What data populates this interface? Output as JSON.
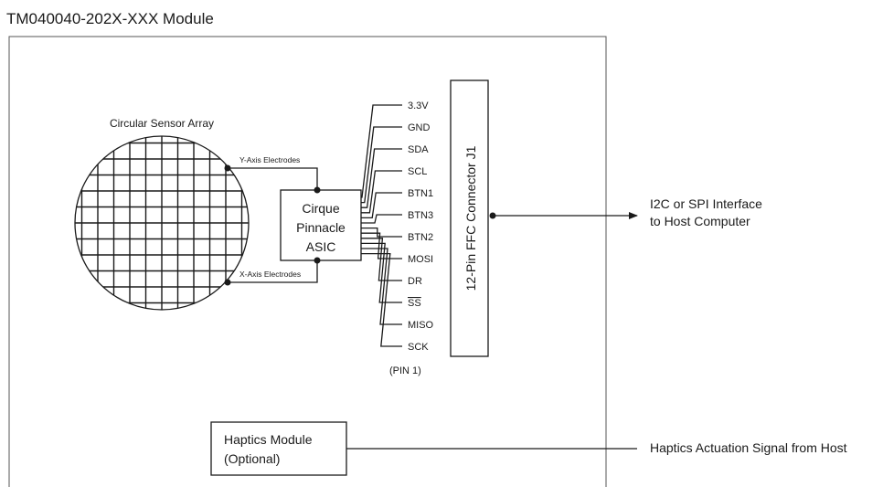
{
  "title": "TM040040-202X-XXX Module",
  "sensor": {
    "label": "Circular Sensor Array",
    "y_electrodes": "Y-Axis Electrodes",
    "x_electrodes": "X-Axis Electrodes"
  },
  "asic": {
    "line1": "Cirque",
    "line2": "Pinnacle",
    "line3": "ASIC"
  },
  "connector": {
    "label": "12-Pin FFC Connector J1",
    "pins": [
      "3.3V",
      "GND",
      "SDA",
      "SCL",
      "BTN1",
      "BTN3",
      "BTN2",
      "MOSI",
      "DR",
      "SS",
      "MISO",
      "SCK"
    ],
    "overlined_pin": "SS",
    "pin1_note": "(PIN 1)"
  },
  "interface": {
    "line1": "I2C or SPI Interface",
    "line2": "to Host Computer"
  },
  "haptics": {
    "line1": "Haptics Module",
    "line2": "(Optional)",
    "signal": "Haptics Actuation Signal from Host"
  }
}
